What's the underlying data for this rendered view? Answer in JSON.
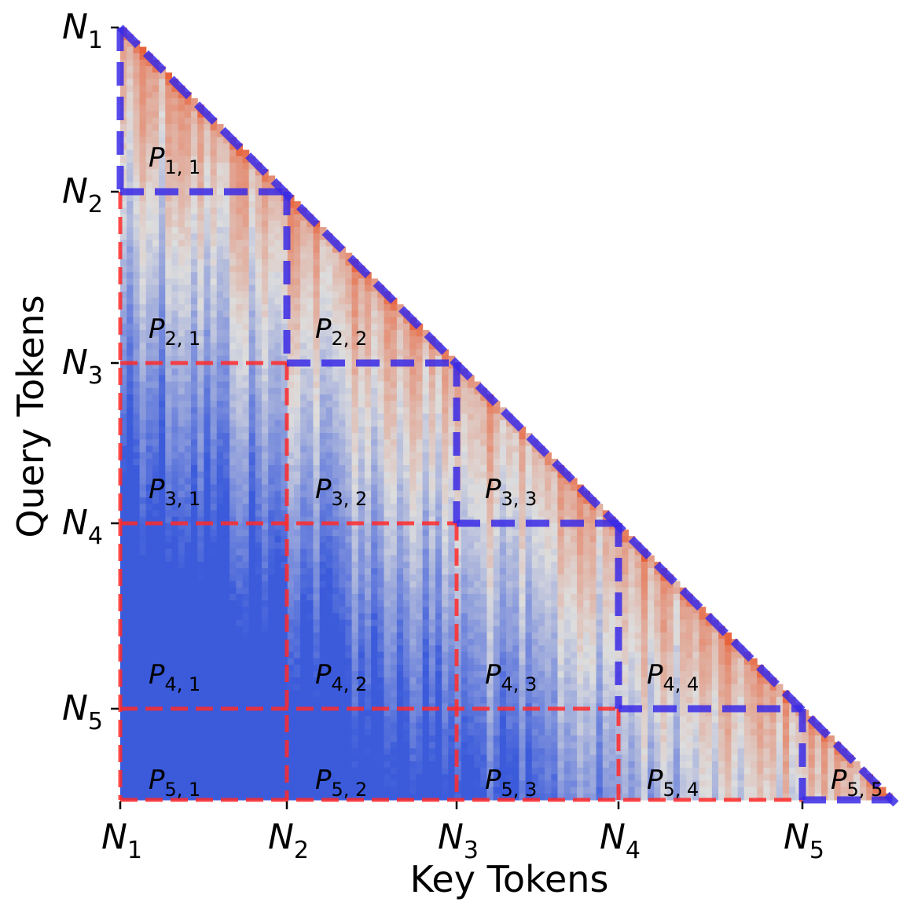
{
  "chart_data": {
    "type": "heatmap",
    "title": "",
    "xlabel": "Key Tokens",
    "ylabel": "Query Tokens",
    "mask": "lower-triangular (causal)",
    "colormap": "coolwarm",
    "colors": {
      "low": "#3b5bdb",
      "mid": "#dddddd",
      "high": "#e8623a",
      "block_boundary": "#ff2a2a",
      "diagonal_blocks": "#3a2ae6"
    },
    "ticks": [
      {
        "base": "N",
        "sub": "1"
      },
      {
        "base": "N",
        "sub": "2"
      },
      {
        "base": "N",
        "sub": "3"
      },
      {
        "base": "N",
        "sub": "4"
      },
      {
        "base": "N",
        "sub": "5"
      }
    ],
    "blocks": [
      {
        "row": 1,
        "col": 1,
        "base": "P",
        "sub": "1, 1"
      },
      {
        "row": 2,
        "col": 1,
        "base": "P",
        "sub": "2, 1"
      },
      {
        "row": 2,
        "col": 2,
        "base": "P",
        "sub": "2, 2"
      },
      {
        "row": 3,
        "col": 1,
        "base": "P",
        "sub": "3, 1"
      },
      {
        "row": 3,
        "col": 2,
        "base": "P",
        "sub": "3, 2"
      },
      {
        "row": 3,
        "col": 3,
        "base": "P",
        "sub": "3, 3"
      },
      {
        "row": 4,
        "col": 1,
        "base": "P",
        "sub": "4, 1"
      },
      {
        "row": 4,
        "col": 2,
        "base": "P",
        "sub": "4, 2"
      },
      {
        "row": 4,
        "col": 3,
        "base": "P",
        "sub": "4, 3"
      },
      {
        "row": 4,
        "col": 4,
        "base": "P",
        "sub": "4, 4"
      },
      {
        "row": 5,
        "col": 1,
        "base": "P",
        "sub": "5, 1"
      },
      {
        "row": 5,
        "col": 2,
        "base": "P",
        "sub": "5, 2"
      },
      {
        "row": 5,
        "col": 3,
        "base": "P",
        "sub": "5, 3"
      },
      {
        "row": 5,
        "col": 4,
        "base": "P",
        "sub": "5, 4"
      },
      {
        "row": 5,
        "col": 5,
        "base": "P",
        "sub": "5, 5"
      }
    ]
  }
}
